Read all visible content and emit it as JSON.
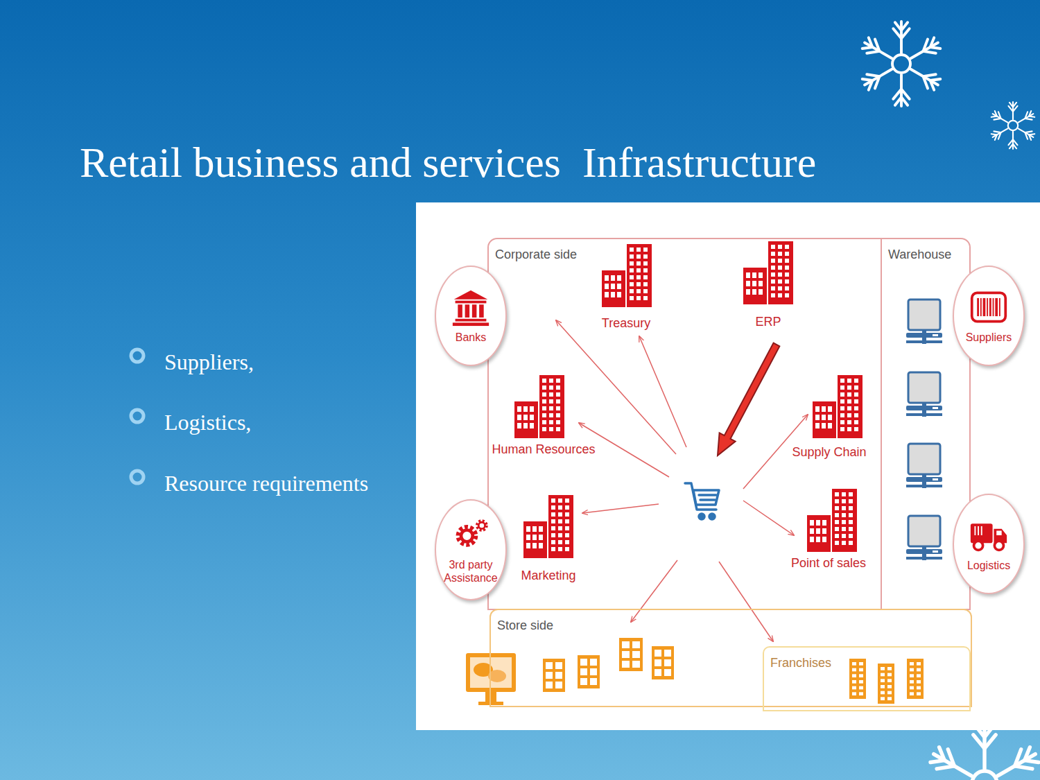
{
  "diagram": {
    "title": "Retail business and services  Infrastructure",
    "nodes": [
      {
        "text": [
          "Banks"
        ]
      },
      {
        "text": [
          "Corporate side"
        ]
      },
      {
        "text": [
          "Treasury"
        ],
        "in": 1
      },
      {
        "text": [
          "ERP"
        ],
        "in": 1
      },
      {
        "text": [
          "Warehouse"
        ]
      },
      {
        "text": [
          "Suppliers"
        ]
      },
      {
        "text": [
          "Human Resources"
        ],
        "in": 1
      },
      {
        "text": [
          "Supply Chain"
        ],
        "in": 1
      },
      {
        "text": [
          "3rd party Assistance"
        ]
      },
      {
        "text": [
          "Marketing"
        ],
        "in": 1
      },
      {
        "text": [
          "Point of sales"
        ],
        "in": 1
      },
      {
        "text": [
          "Logistics"
        ]
      },
      {
        "text": [
          "Store side"
        ]
      },
      {
        "text": [
          "Franchises"
        ],
        "in": 12
      }
    ],
    "labels": [
      "Suppliers,",
      "Logistics,",
      "Resource requirements"
    ]
  }
}
